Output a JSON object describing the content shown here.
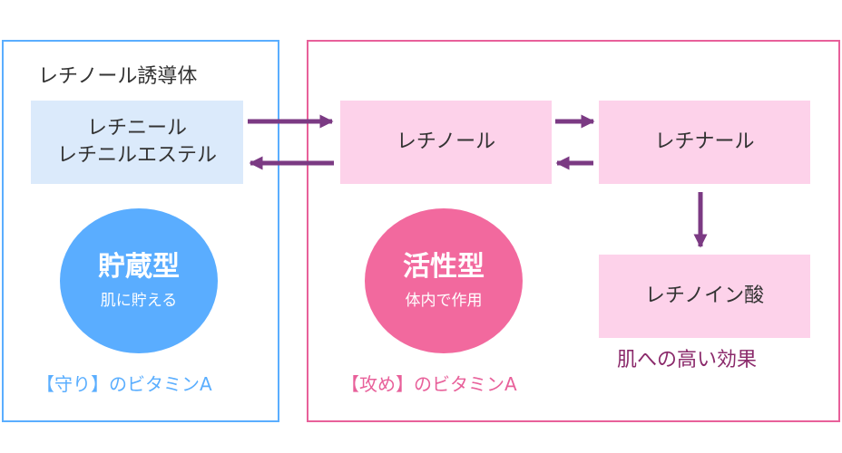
{
  "colors": {
    "storage_blue": "#5aadff",
    "active_pink": "#f2699e",
    "arrow_purple": "#7b3a83",
    "box_blue": "#dbeafb",
    "box_pink": "#fdd2ea",
    "effect_text": "#8b2a6b"
  },
  "left_panel": {
    "title": "レチノール誘導体",
    "box_line1": "レチニール",
    "box_line2": "レチニルエステル",
    "circle_title": "貯蔵型",
    "circle_sub": "肌に貯える",
    "caption": "【守り】のビタミンA"
  },
  "right_panel": {
    "retinol": "レチノール",
    "retinal": "レチナール",
    "retinoic_acid": "レチノイン酸",
    "circle_title": "活性型",
    "circle_sub": "体内で作用",
    "caption": "【攻め】のビタミンA",
    "effect": "肌への高い効果"
  }
}
